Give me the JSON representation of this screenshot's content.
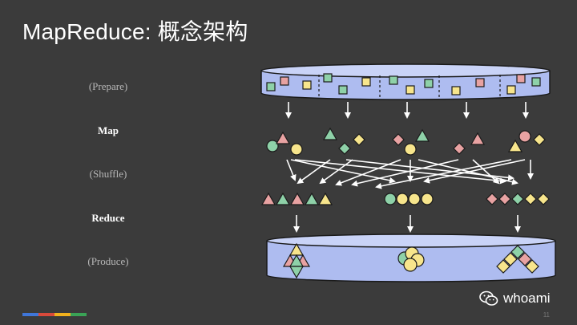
{
  "title": "MapReduce: 概念架构",
  "stages": {
    "prepare": "(Prepare)",
    "map": "Map",
    "shuffle": "(Shuffle)",
    "reduce": "Reduce",
    "produce": "(Produce)"
  },
  "watermark": {
    "text": "whoami",
    "icon": "wechat-icon"
  },
  "page_number": "11",
  "colors": {
    "background": "#3b3b3b",
    "cylinder_fill": "#aebcf0",
    "green": "#8ed1a8",
    "pink": "#e8a2a2",
    "yellow": "#f7e58c",
    "outline": "#1a1a1a",
    "arrow": "#ffffff",
    "bar_blue": "#3f76d9",
    "bar_red": "#d94a3b",
    "bar_yellow": "#f2b21d",
    "bar_green": "#3aa356"
  }
}
